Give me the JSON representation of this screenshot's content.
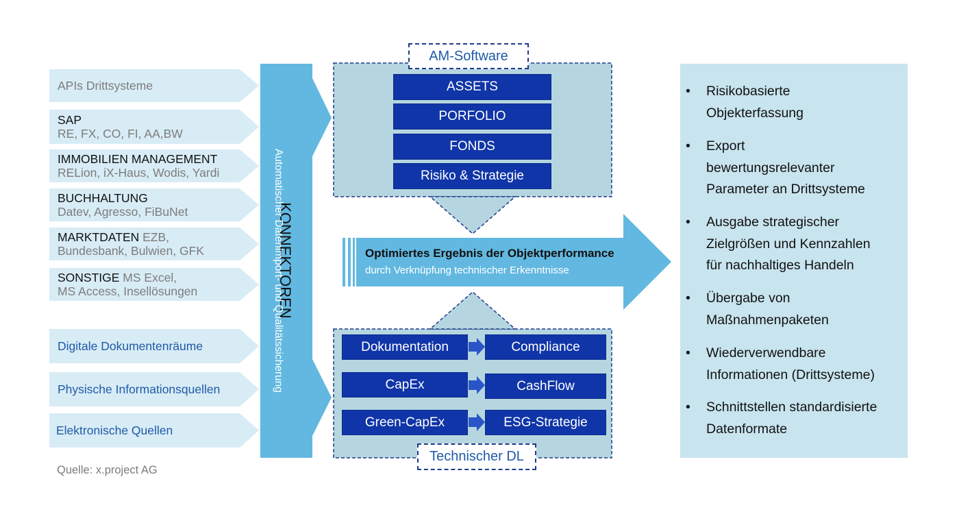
{
  "sources": [
    {
      "line1": "APIs Drittsysteme",
      "line2": ""
    },
    {
      "line1": "SAP",
      "line2": "RE, FX, CO, FI, AA,BW"
    },
    {
      "line1": "IMMOBILIEN MANAGEMENT",
      "line2": "RELion, iX-Haus, Wodis, Yardi"
    },
    {
      "line1": "BUCHHALTUNG",
      "line2": "Datev, Agresso, FiBuNet"
    },
    {
      "line1_head": "MARKTDATEN",
      "line1_tail": " EZB,",
      "line2": "Bundesbank, Bulwien, GFK"
    },
    {
      "line1_head": "SONSTIGE",
      "line1_tail": " MS Excel,",
      "line2": "MS Access, Insellösungen"
    },
    {
      "line1": "Digitale Dokumentenräume"
    },
    {
      "line1": "Physische Informationsquellen"
    },
    {
      "line1": "Elektronische Quellen"
    }
  ],
  "connector": {
    "title": "KONNEKTOREN",
    "subtitle": "Automatischer Datenimport- und Qualitätssicherung"
  },
  "am_software": {
    "label": "AM-Software",
    "modules": [
      "ASSETS",
      "PORFOLIO",
      "FONDS",
      "Risiko & Strategie"
    ]
  },
  "result": {
    "title": "Optimiertes Ergebnis der Objektperformance",
    "subtitle": "durch Verknüpfung technischer Erkenntnisse"
  },
  "technischer_dl": {
    "label": "Technischer DL",
    "rows": [
      {
        "left": "Dokumentation",
        "right": "Compliance"
      },
      {
        "left": "CapEx",
        "right": "CashFlow"
      },
      {
        "left": "Green-CapEx",
        "right": "ESG-Strategie"
      }
    ]
  },
  "benefits": [
    "Risikobasierte\nObjekterfassung",
    "Export\nbewertungsrelevanter\nParameter an Drittsysteme",
    "Ausgabe strategischer\nZielgrößen und Kennzahlen\nfür nachhaltiges Handeln",
    "Übergabe von\nMaßnahmenpaketen",
    "Wiederverwendbare\nInformationen (Drittsysteme)",
    "Schnittstellen standardisierte\nDatenformate"
  ],
  "footer": {
    "source": "Quelle: x.project AG"
  },
  "colors": {
    "source_fill": "#d8ecf6",
    "connector_fill": "#62b8e0",
    "panel_fill": "#b5d6e0",
    "module_fill": "#1035a8",
    "benefit_fill": "#c8e4ee"
  }
}
